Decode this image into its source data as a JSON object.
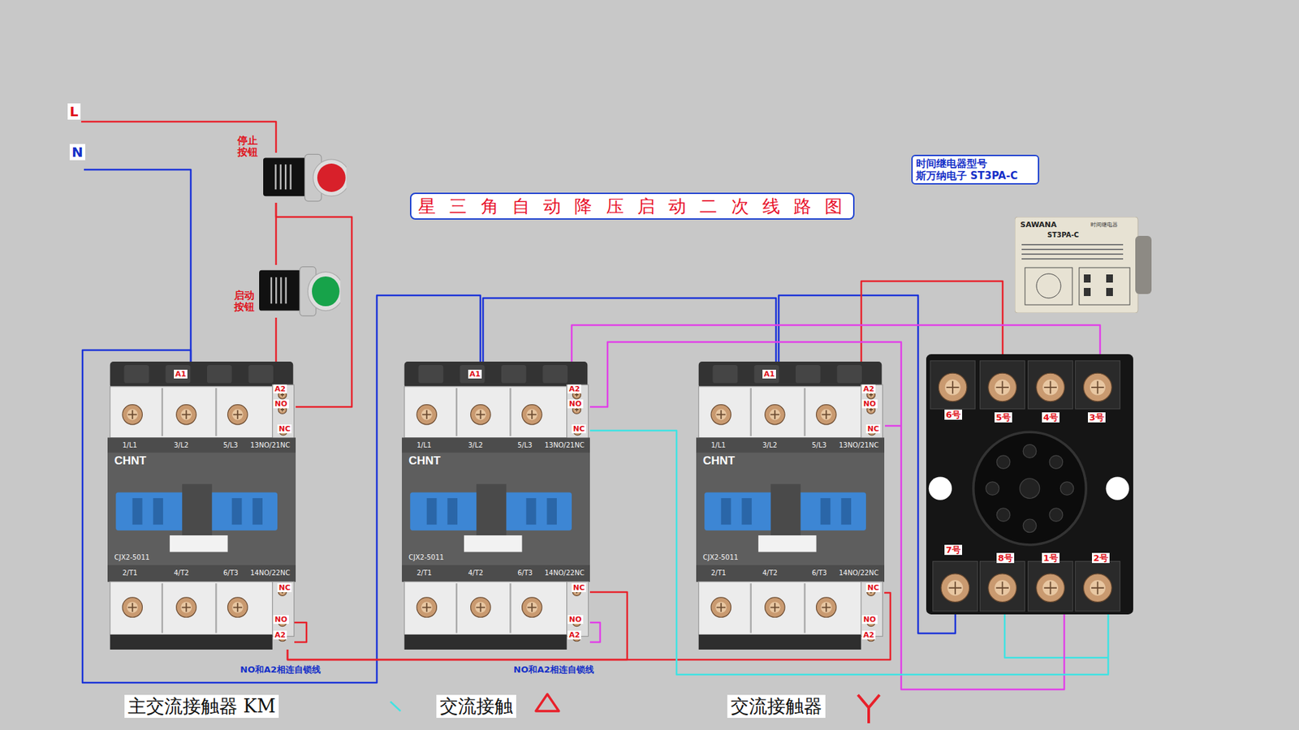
{
  "diagram": {
    "title": "星 三 角 自 动 降 压 启 动 二 次 线 路 图",
    "nodes": [
      {
        "text": [
          "停止 按钮"
        ]
      },
      {
        "text": [
          "启动 按钮"
        ]
      },
      {
        "text": [
          "时间继电器型号 斯万纳电子 ST3PA-C"
        ]
      },
      {
        "text": [
          "SAWANA",
          "时间继电器",
          "ST3PA-C"
        ]
      },
      {
        "text": [
          "主交流接触器 KM",
          "A1",
          "A2",
          "NO",
          "NC",
          "CHNT",
          "1/L1",
          "3/L2",
          "5/L3",
          "13NO/21NC",
          "CJX2-5011",
          "2/T1",
          "4/T2",
          "6/T3",
          "14NO/22NC",
          "NC",
          "NO",
          "A2"
        ]
      },
      {
        "text": [
          "交流接触",
          "A1",
          "A2",
          "NO",
          "NC",
          "CHNT",
          "1/L1",
          "3/L2",
          "5/L3",
          "13NO/21NC",
          "CJX2-5011",
          "2/T1",
          "4/T2",
          "6/T3",
          "14NO/22NC",
          "NC",
          "NO",
          "A2"
        ]
      },
      {
        "text": [
          "交流接触器",
          "A1",
          "A2",
          "NO",
          "NC",
          "CHNT",
          "1/L1",
          "3/L2",
          "5/L3",
          "13NO/21NC",
          "CJX2-5011",
          "2/T1",
          "4/T2",
          "6/T3",
          "14NO/22NC",
          "NC",
          "NO",
          "A2"
        ]
      },
      {
        "text": [
          "6号",
          "5号",
          "4号",
          "3号",
          "7号",
          "8号",
          "1号",
          "2号"
        ]
      }
    ],
    "edges": [
      {
        "from": 0,
        "to": 1,
        "arrow": "none"
      },
      {
        "from": 0,
        "to": 4,
        "arrow": "none"
      },
      {
        "from": 1,
        "to": 4,
        "arrow": "none"
      },
      {
        "from": 4,
        "to": 5,
        "arrow": "none"
      },
      {
        "from": 5,
        "to": 6,
        "arrow": "none"
      },
      {
        "from": 6,
        "to": 7,
        "arrow": "none"
      },
      {
        "from": 4,
        "to": 5,
        "arrow": "none"
      },
      {
        "from": 4,
        "to": 6,
        "arrow": "none"
      },
      {
        "from": 7,
        "to": 6,
        "arrow": "none"
      },
      {
        "from": 5,
        "to": 7,
        "arrow": "none"
      },
      {
        "from": 5,
        "to": 7,
        "arrow": "none"
      },
      {
        "from": 5,
        "to": 7,
        "arrow": "none"
      }
    ],
    "labels": [
      "L",
      "N",
      "NO和A2相连自锁线",
      "NO和A2相连自锁线"
    ]
  }
}
